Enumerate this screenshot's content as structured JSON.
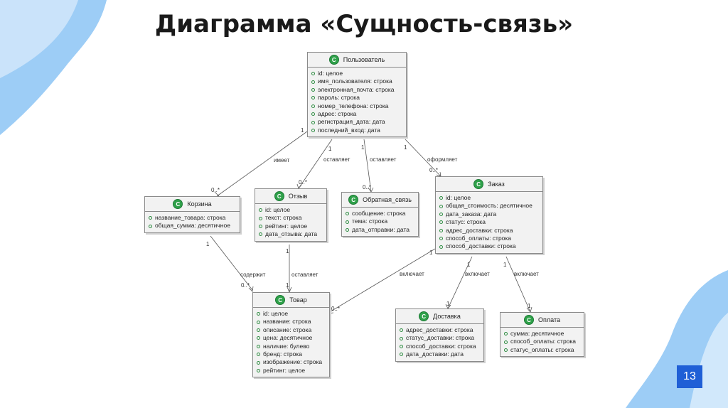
{
  "title": "Диаграмма «Сущность-связь»",
  "page_number": "13",
  "entities": {
    "user": {
      "name": "Пользователь",
      "fields": [
        "id: целое",
        "имя_пользователя: строка",
        "электронная_почта: строка",
        "пароль: строка",
        "номер_телефона: строка",
        "адрес: строка",
        "регистрация_дата: дата",
        "последний_вход: дата"
      ]
    },
    "cart": {
      "name": "Корзина",
      "fields": [
        "название_товара: строка",
        "общая_сумма: десятичное"
      ]
    },
    "review": {
      "name": "Отзыв",
      "fields": [
        "id: целое",
        "текст: строка",
        "рейтинг: целое",
        "дата_отзыва: дата"
      ]
    },
    "feedback": {
      "name": "Обратная_связь",
      "fields": [
        "сообщение: строка",
        "тема: строка",
        "дата_отправки: дата"
      ]
    },
    "order": {
      "name": "Заказ",
      "fields": [
        "id: целое",
        "общая_стоимость: десятичное",
        "дата_заказа: дата",
        "статус: строка",
        "адрес_доставки: строка",
        "способ_оплаты: строка",
        "способ_доставки: строка"
      ]
    },
    "product": {
      "name": "Товар",
      "fields": [
        "id: целое",
        "название: строка",
        "описание: строка",
        "цена: десятичное",
        "наличие: булево",
        "бренд: строка",
        "изображение: строка",
        "рейтинг: целое"
      ]
    },
    "delivery": {
      "name": "Доставка",
      "fields": [
        "адрес_доставки: строка",
        "статус_доставки: строка",
        "способ_доставки: строка",
        "дата_доставки: дата"
      ]
    },
    "payment": {
      "name": "Оплата",
      "fields": [
        "сумма: десятичное",
        "способ_оплаты: строка",
        "статус_оплаты: строка"
      ]
    }
  },
  "relations": [
    {
      "label": "имеет",
      "from_mult": "1",
      "to_mult": "0..*"
    },
    {
      "label": "оставляет",
      "from_mult": "1",
      "to_mult": "0..*"
    },
    {
      "label": "оставляет",
      "from_mult": "1",
      "to_mult": "0..*"
    },
    {
      "label": "оформляет",
      "from_mult": "1",
      "to_mult": "0..*"
    },
    {
      "label": "содержит",
      "from_mult": "1",
      "to_mult": "0..*"
    },
    {
      "label": "оставляет",
      "from_mult": "1",
      "to_mult": "1"
    },
    {
      "label": "включает",
      "from_mult": "1",
      "to_mult": "0..*"
    },
    {
      "label": "включает",
      "from_mult": "1",
      "to_mult": "1"
    },
    {
      "label": "включает",
      "from_mult": "1",
      "to_mult": "1"
    }
  ],
  "colors": {
    "accent": "#1f5fd6",
    "class_icon": "#2fa14a",
    "decor_blue": "#8cc4f5"
  }
}
